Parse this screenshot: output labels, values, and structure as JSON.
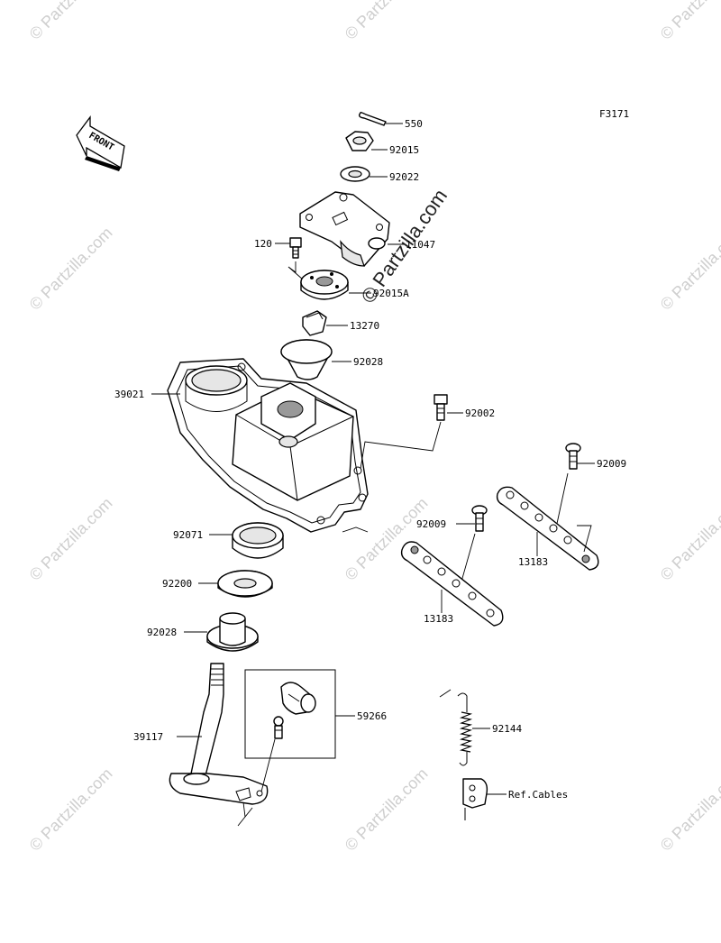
{
  "diagram_code": "F3171",
  "front_label": "FRONT",
  "watermark": "© Partzilla.com",
  "watermark_center": "© Partzilla.com",
  "labels": {
    "p550": "550",
    "p92015": "92015",
    "p92022": "92022",
    "p11047": "11047",
    "p120": "120",
    "p92015A": "92015A",
    "p13270": "13270",
    "p92028a": "92028",
    "p39021": "39021",
    "p92002": "92002",
    "p92009a": "92009",
    "p92009b": "92009",
    "p13183a": "13183",
    "p13183b": "13183",
    "p92071": "92071",
    "p92200": "92200",
    "p92028b": "92028",
    "p59266": "59266",
    "p39117": "39117",
    "p92144": "92144",
    "refcables": "Ref.Cables"
  }
}
